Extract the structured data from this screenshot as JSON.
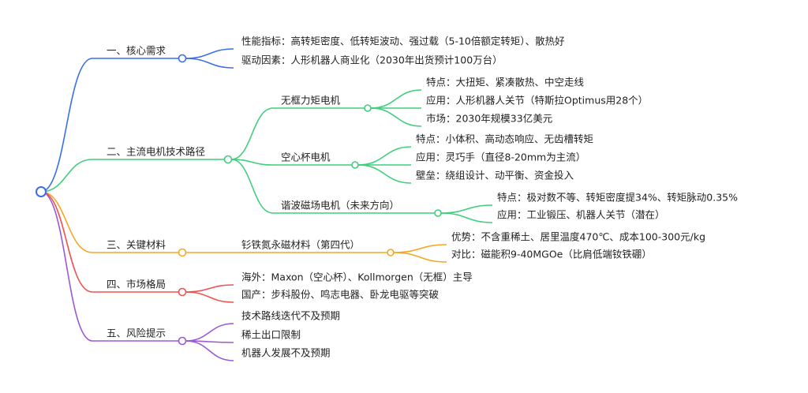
{
  "colors": {
    "blue": "#3b6ee8",
    "green": "#3fcf7c",
    "orange": "#f5a623",
    "red": "#ef5350",
    "purple": "#9b59d6"
  },
  "branches": [
    {
      "label": "一、核心需求",
      "color": "blue",
      "children": [
        {
          "label": "性能指标：高转矩密度、低转矩波动、强过载（5-10倍额定转矩）、散热好"
        },
        {
          "label": "驱动因素：人形机器人商业化（2030年出货预计100万台）"
        }
      ]
    },
    {
      "label": "二、主流电机技术路径",
      "color": "green",
      "children": [
        {
          "label": "无框力矩电机",
          "children": [
            {
              "label": "特点：大扭矩、紧凑散热、中空走线"
            },
            {
              "label": "应用：人形机器人关节（特斯拉Optimus用28个）"
            },
            {
              "label": "市场：2030年规模33亿美元"
            }
          ]
        },
        {
          "label": "空心杯电机",
          "children": [
            {
              "label": "特点：小体积、高动态响应、无齿槽转矩"
            },
            {
              "label": "应用：灵巧手（直径8-20mm为主流）"
            },
            {
              "label": "壁垒：绕组设计、动平衡、资金投入"
            }
          ]
        },
        {
          "label": "谐波磁场电机（未来方向）",
          "children": [
            {
              "label": "特点：极对数不等、转矩密度提34%、转矩脉动0.35%"
            },
            {
              "label": "应用：工业锻压、机器人关节（潜在）"
            }
          ]
        }
      ]
    },
    {
      "label": "三、关键材料",
      "color": "orange",
      "children": [
        {
          "label": "钐铁氮永磁材料（第四代）",
          "children": [
            {
              "label": "优势：不含重稀土、居里温度470℃、成本100-300元/kg"
            },
            {
              "label": "对比：磁能积9-40MGOe（比肩低端钕铁硼）"
            }
          ]
        }
      ]
    },
    {
      "label": "四、市场格局",
      "color": "red",
      "children": [
        {
          "label": "海外：Maxon（空心杯）、Kollmorgen（无框）主导"
        },
        {
          "label": "国产：步科股份、鸣志电器、卧龙电驱等突破"
        }
      ]
    },
    {
      "label": "五、风险提示",
      "color": "purple",
      "children": [
        {
          "label": "技术路线迭代不及预期"
        },
        {
          "label": "稀土出口限制"
        },
        {
          "label": "机器人发展不及预期"
        }
      ]
    }
  ]
}
